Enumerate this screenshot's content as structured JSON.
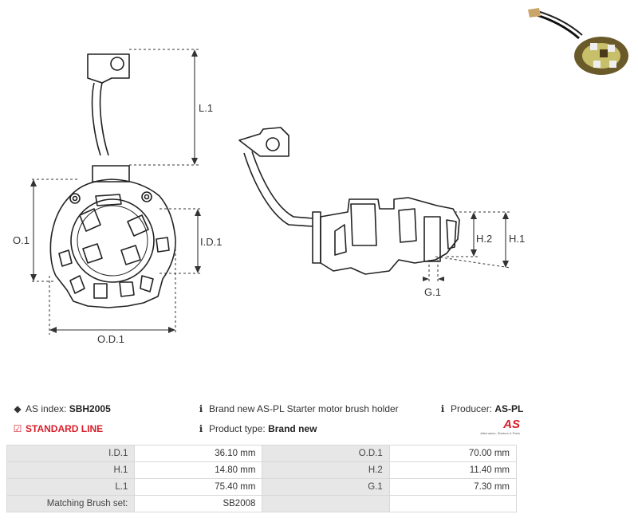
{
  "drawing": {
    "labels": {
      "l1": "L.1",
      "o1": "O.1",
      "id1": "I.D.1",
      "od1": "O.D.1",
      "h2": "H.2",
      "h1": "H.1",
      "g1": "G.1"
    }
  },
  "photo": {
    "icon": "product-photo"
  },
  "info": {
    "as_index_label": "AS index:",
    "as_index_value": "SBH2005",
    "description": "Brand new AS-PL Starter motor brush holder",
    "producer_label": "Producer:",
    "producer_value": "AS-PL",
    "standard_line": "STANDARD LINE",
    "product_type_label": "Product type:",
    "product_type_value": "Brand new",
    "logo_text": "AS",
    "logo_caption": "Alternators, Starters & Parts",
    "colors": {
      "red": "#d81e2a"
    }
  },
  "specs": {
    "rows": [
      {
        "k1": "I.D.1",
        "v1": "36.10 mm",
        "k2": "O.D.1",
        "v2": "70.00 mm"
      },
      {
        "k1": "H.1",
        "v1": "14.80 mm",
        "k2": "H.2",
        "v2": "11.40 mm"
      },
      {
        "k1": "L.1",
        "v1": "75.40 mm",
        "k2": "G.1",
        "v2": "7.30 mm"
      },
      {
        "k1": "Matching Brush set:",
        "v1": "SB2008",
        "k2": "",
        "v2": ""
      }
    ]
  }
}
